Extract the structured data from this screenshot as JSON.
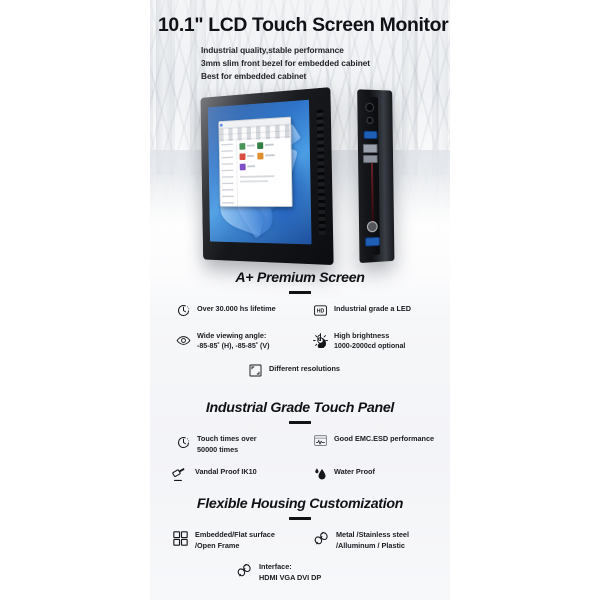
{
  "header": {
    "title": "10.1\" LCD Touch Screen Monitor",
    "subtitles": [
      "Industrial quality,stable performance",
      "3mm slim front bezel for embedded cabinet",
      "Best for embedded cabinet"
    ]
  },
  "product_photo": {
    "front_view_name": "front-view-monitor",
    "side_view_name": "side-view-monitor",
    "screen_content": "Windows desktop with file explorer window",
    "ports_visible": [
      "DC power",
      "audio",
      "VGA",
      "DVI",
      "VGA"
    ]
  },
  "sections": [
    {
      "title": "A+ Premium Screen",
      "features": [
        {
          "icon": "clock-icon",
          "lines": [
            "Over 30.000 hs lifetime"
          ]
        },
        {
          "icon": "hd-badge-icon",
          "lines": [
            "Industrial grade a LED"
          ]
        },
        {
          "icon": "eye-icon",
          "lines": [
            "Wide viewing angle:",
            "-85-85˚ (H), -85-85˚ (V)"
          ]
        },
        {
          "icon": "brightness-icon",
          "lines": [
            "High brightness",
            "1000-2000cd optional"
          ]
        },
        {
          "icon": "resize-frame-icon",
          "lines": [
            "Different resolutions"
          ]
        }
      ]
    },
    {
      "title": "Industrial Grade Touch Panel",
      "features": [
        {
          "icon": "clock-icon",
          "lines": [
            "Touch times over",
            "50000 times"
          ]
        },
        {
          "icon": "waveform-box-icon",
          "lines": [
            "Good EMC.ESD performance"
          ]
        },
        {
          "icon": "hammer-icon",
          "lines": [
            "Vandal Proof IK10"
          ]
        },
        {
          "icon": "water-drop-icon",
          "lines": [
            "Water Proof"
          ]
        }
      ]
    },
    {
      "title": "Flexible Housing Customization",
      "features": [
        {
          "icon": "grid-squares-icon",
          "lines": [
            "Embedded/Flat surface",
            "/Open Frame"
          ]
        },
        {
          "icon": "plug-icon",
          "lines": [
            "Metal /Stainless steel",
            "/Alluminum / Plastic"
          ]
        },
        {
          "icon": "plug-icon",
          "lines": [
            "Interface:",
            "HDMI  VGA  DVI   DP"
          ]
        }
      ]
    }
  ],
  "colors": {
    "page_background": "#ffffff",
    "column_background": "#fbfbfc",
    "text_primary": "#111216",
    "text_body": "#1b1d22",
    "rule": "#111216",
    "vga_port": "#1f5fb4",
    "wallpaper_blue": "#2f74c9"
  }
}
